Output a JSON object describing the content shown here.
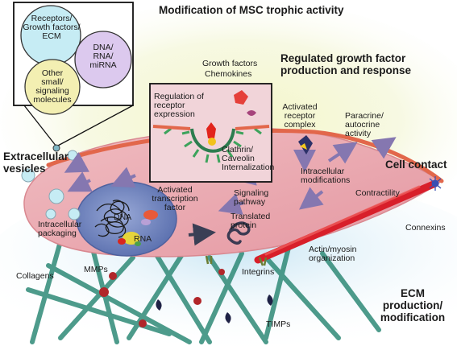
{
  "title": "Modification of MSC trophic activity",
  "inset": {
    "circle_receptors": [
      "Receptors/",
      "Growth factors/",
      "ECM"
    ],
    "circle_nucleic": [
      "DNA/",
      "RNA/",
      "miRNA"
    ],
    "circle_other": [
      "Other",
      "small/",
      "signaling",
      "molecules"
    ]
  },
  "receptor_box": {
    "label": [
      "Regulation of",
      "receptor",
      "expression"
    ]
  },
  "labels": {
    "growth_factors": "Growth factors",
    "chemokines": "Chemokines",
    "regulated_growth": [
      "Regulated growth factor",
      "production and response"
    ],
    "activated_receptor": [
      "Activated",
      "receptor",
      "complex"
    ],
    "paracrine": [
      "Paracrine/",
      "autocrine",
      "activity"
    ],
    "clathrin": [
      "Clathrin/",
      "Caveolin",
      "Internalization"
    ],
    "extracellular_vesicles": [
      "Extracellular",
      "vesicles"
    ],
    "cell_contact": "Cell contact",
    "intracellular_mods": [
      "Intracellular",
      "modifications"
    ],
    "contractility": "Contractility",
    "signaling_pathway": [
      "Signaling",
      "pathway"
    ],
    "activated_tf": [
      "Activated",
      "transcription",
      "factor"
    ],
    "dna": "DNA",
    "rna": "RNA",
    "translated_protein": [
      "Translated",
      "protein"
    ],
    "intracellular_packaging": [
      "Intracellular",
      "packaging"
    ],
    "connexins": "Connexins",
    "actin_myosin": [
      "Actin/myosin",
      "organization"
    ],
    "collagens": "Collagens",
    "mmps": "MMPs",
    "integrins": "Integrins",
    "ecm_production": [
      "ECM",
      "production/",
      "modification"
    ],
    "timps": "TIMPs"
  },
  "colors": {
    "cell_fill": "#e9a6ae",
    "membrane": "#e2674b",
    "nucleus": "#6f83bd",
    "collagen": "#2f8a77",
    "actin": "#d81f2a",
    "arrow": "#8577b0",
    "circle_receptors": "#c6ecf4",
    "circle_nucleic": "#dcc9ee",
    "circle_other": "#f3efb2"
  }
}
